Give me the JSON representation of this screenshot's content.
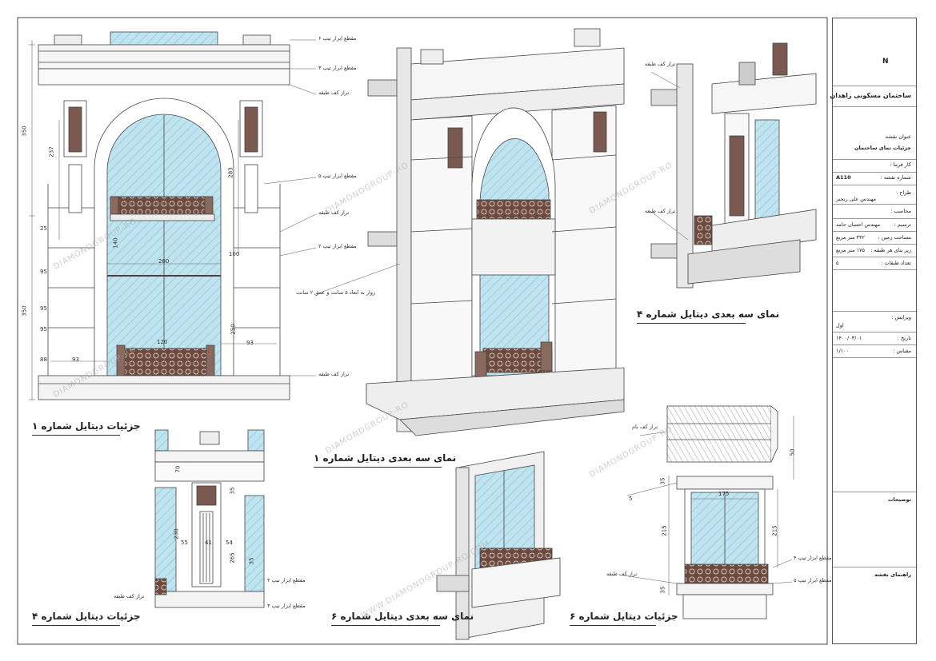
{
  "title_block": {
    "project": "ساختمان مسکونی زاهدان",
    "drawing_title_label": "عنوان نقشه",
    "drawing_title": "جزئیات نمای ساختمان",
    "employer_label": "کار فرما :",
    "sheet_no_label": "شماره نقشه :",
    "sheet_no": "A110",
    "designer_label": "طراح :",
    "designer": "مهندس علی رنجبر",
    "calculator_label": "محاسب :",
    "drafter_label": "ترسیم :",
    "drafter": "مهندس احسان حامد",
    "land_area_label": "مساحت زمین :",
    "land_area": "۴۴۲ متر مربع",
    "floor_area_label": "زیر بنای هر طبقه :",
    "floor_area": "۱۷۵ متر مربع",
    "floors_label": "تعداد طبقات :",
    "floors": "۵",
    "revision_label": "ویرایش :",
    "revision": "اول",
    "date_label": "تاریخ :",
    "date": "۱۴۰۰/۰۳/۰۱",
    "scale_label": "مقیاس :",
    "scale": "۱/۱۰۰",
    "notes_label": "توضیحات",
    "guide_label": "راهنمای نقشه",
    "north_label": "N"
  },
  "captions": {
    "detail_1": "جزئیات دیتایل شماره ۱",
    "iso_1": "نمای سه بعدی دیتایل شماره ۱",
    "iso_4": "نمای سه بعدی دیتایل شماره ۴",
    "detail_4": "جزئیات دیتایل شماره ۴",
    "iso_6": "نمای سه بعدی دیتایل شماره ۶",
    "detail_6": "جزئیات دیتایل شماره ۶"
  },
  "notes": {
    "floor_level_a": "تراز کف طبقه",
    "floor_level_b": "تراز کف طبقه",
    "floor_level_c": "تراز کف طبقه",
    "floor_level_d": "تراز کف طبقه",
    "floor_level_e": "تراز کف طبقه",
    "floor_level_f": "تراز کف طبقه",
    "floor_level_g": "تراز کف طبقه",
    "roof_level": "تراز کف بام",
    "profile_6": "مقطع ابزار تیپ ۶",
    "profile_3": "مقطع ابزار تیپ ۳",
    "profile_5": "مقطع ابزار تیپ ۵",
    "profile_2": "مقطع ابزار تیپ ۲",
    "profile_3b": "مقطع ابزار تیپ ۳",
    "profile_4": "مقطع ابزار تیپ ۴",
    "profile_5b": "مقطع ابزار تیپ ۵",
    "groove": "زوار به ابعاد ۵ سانت و عمق ۲ سانت"
  },
  "dimensions": {
    "d350a": "350",
    "d350b": "350",
    "d237": "237",
    "d283": "283",
    "d140": "140",
    "d25": "25",
    "d95a": "95",
    "d95b": "95",
    "d95c": "95",
    "d260": "260",
    "d100": "100",
    "d250": "250",
    "d93a": "93",
    "d93b": "93",
    "d88": "88",
    "d120": "120",
    "d70": "70",
    "d35a": "35",
    "d230": "230",
    "d55a": "55",
    "d41": "41",
    "d54": "54",
    "d265": "265",
    "d35b": "35",
    "d175": "175",
    "d215a": "215",
    "d215b": "215",
    "d50a": "50",
    "d35c": "35",
    "d35d": "35",
    "d5": "5"
  },
  "watermark": {
    "brand": "DIAMONDGROUP-RO",
    "site": "WWW.DIAMONDGROUP-RO.COM"
  },
  "colors": {
    "glass": "#bfe3ef",
    "stone": "#f4f2ee",
    "rail": "#5a3a30",
    "line": "#444444"
  }
}
